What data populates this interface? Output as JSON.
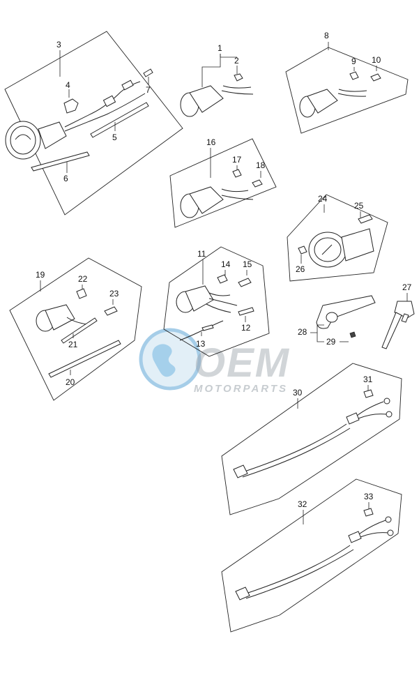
{
  "callouts": {
    "c1": "1",
    "c2": "2",
    "c3": "3",
    "c4": "4",
    "c5": "5",
    "c6": "6",
    "c7": "7",
    "c8": "8",
    "c9": "9",
    "c10": "10",
    "c11": "11",
    "c12": "12",
    "c13": "13",
    "c14": "14",
    "c15": "15",
    "c16": "16",
    "c17": "17",
    "c18": "18",
    "c19": "19",
    "c20": "20",
    "c21": "21",
    "c22": "22",
    "c23": "23",
    "c24": "24",
    "c25": "25",
    "c26": "26",
    "c27": "27",
    "c28": "28",
    "c29": "29",
    "c30": "30",
    "c31": "31",
    "c32": "32",
    "c33": "33"
  },
  "watermark": {
    "brand": "OEM",
    "tagline": "MOTORPARTS"
  }
}
